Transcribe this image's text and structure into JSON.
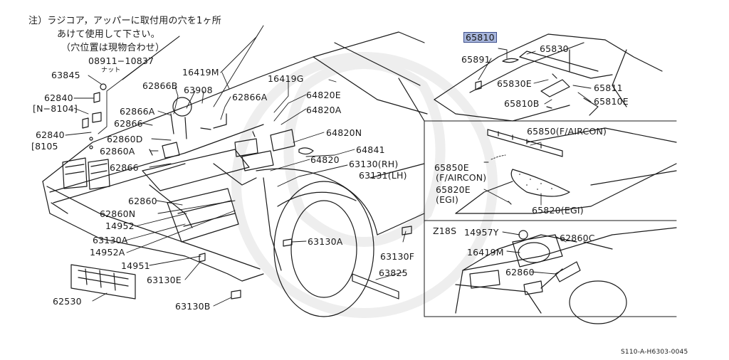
{
  "note": {
    "line1": "注）ラジコア，アッパーに取付用の穴を1ヶ所",
    "line2": "あけて使用して下さい。",
    "line3": "（穴位置は現物合わせ）"
  },
  "labels": {
    "p08911": "08911−10837",
    "nut": "ナット",
    "p63845": "63845",
    "p62840a": "62840",
    "n8104": "[N−8104]",
    "p62840b": "62840",
    "b8105": "[8105",
    "p16419m_top": "16419M",
    "p16419g": "16419G",
    "p62866b": "62866B",
    "p63908": "63908",
    "p62866a_top": "62866A",
    "p64820e": "64820E",
    "p64820a": "64820A",
    "p62866a_left": "62866A",
    "p62866_a": "62866",
    "p62860d": "62860D",
    "p62860a": "62860A",
    "p62866_b": "62866",
    "p64820n": "64820N",
    "p64841": "64841",
    "p64820": "64820",
    "p63130rh": "63130(RH)",
    "p63131lh": "63131(LH)",
    "p62860": "62860",
    "p62860n": "62860N",
    "p14952": "14952",
    "p63130a_left": "63130A",
    "p14952a": "14952A",
    "p14951": "14951",
    "p63130e": "63130E",
    "p63130a_right": "63130A",
    "p63130f": "63130F",
    "p63825": "63825",
    "p62530": "62530",
    "p63130b": "63130B",
    "p65810": "65810",
    "p65891": "65891",
    "p65830": "65830",
    "p65830e": "65830E",
    "p65811": "65811",
    "p65810b": "65810B",
    "p65810e": "65810E",
    "p65850": "65850(F/AIRCON)",
    "p65850e": "65850E",
    "faircon": "(F/AIRCON)",
    "p65820e": "65820E",
    "egi_left": "(EGI)",
    "p65820egi": "65820(EGI)",
    "z18s": "Z18S",
    "p14957y": "14957Y",
    "p62860c": "62860C",
    "p16419m_inset": "16419M",
    "p62860_inset": "62860"
  },
  "footer": {
    "code": "S110-A-H6303-0045"
  },
  "colors": {
    "line": "#1a1a1a",
    "highlight_fill": "#a8b6dc",
    "highlight_border": "#3e4f8c",
    "watermark": "#eeeeee"
  },
  "highlight_part": "65810"
}
